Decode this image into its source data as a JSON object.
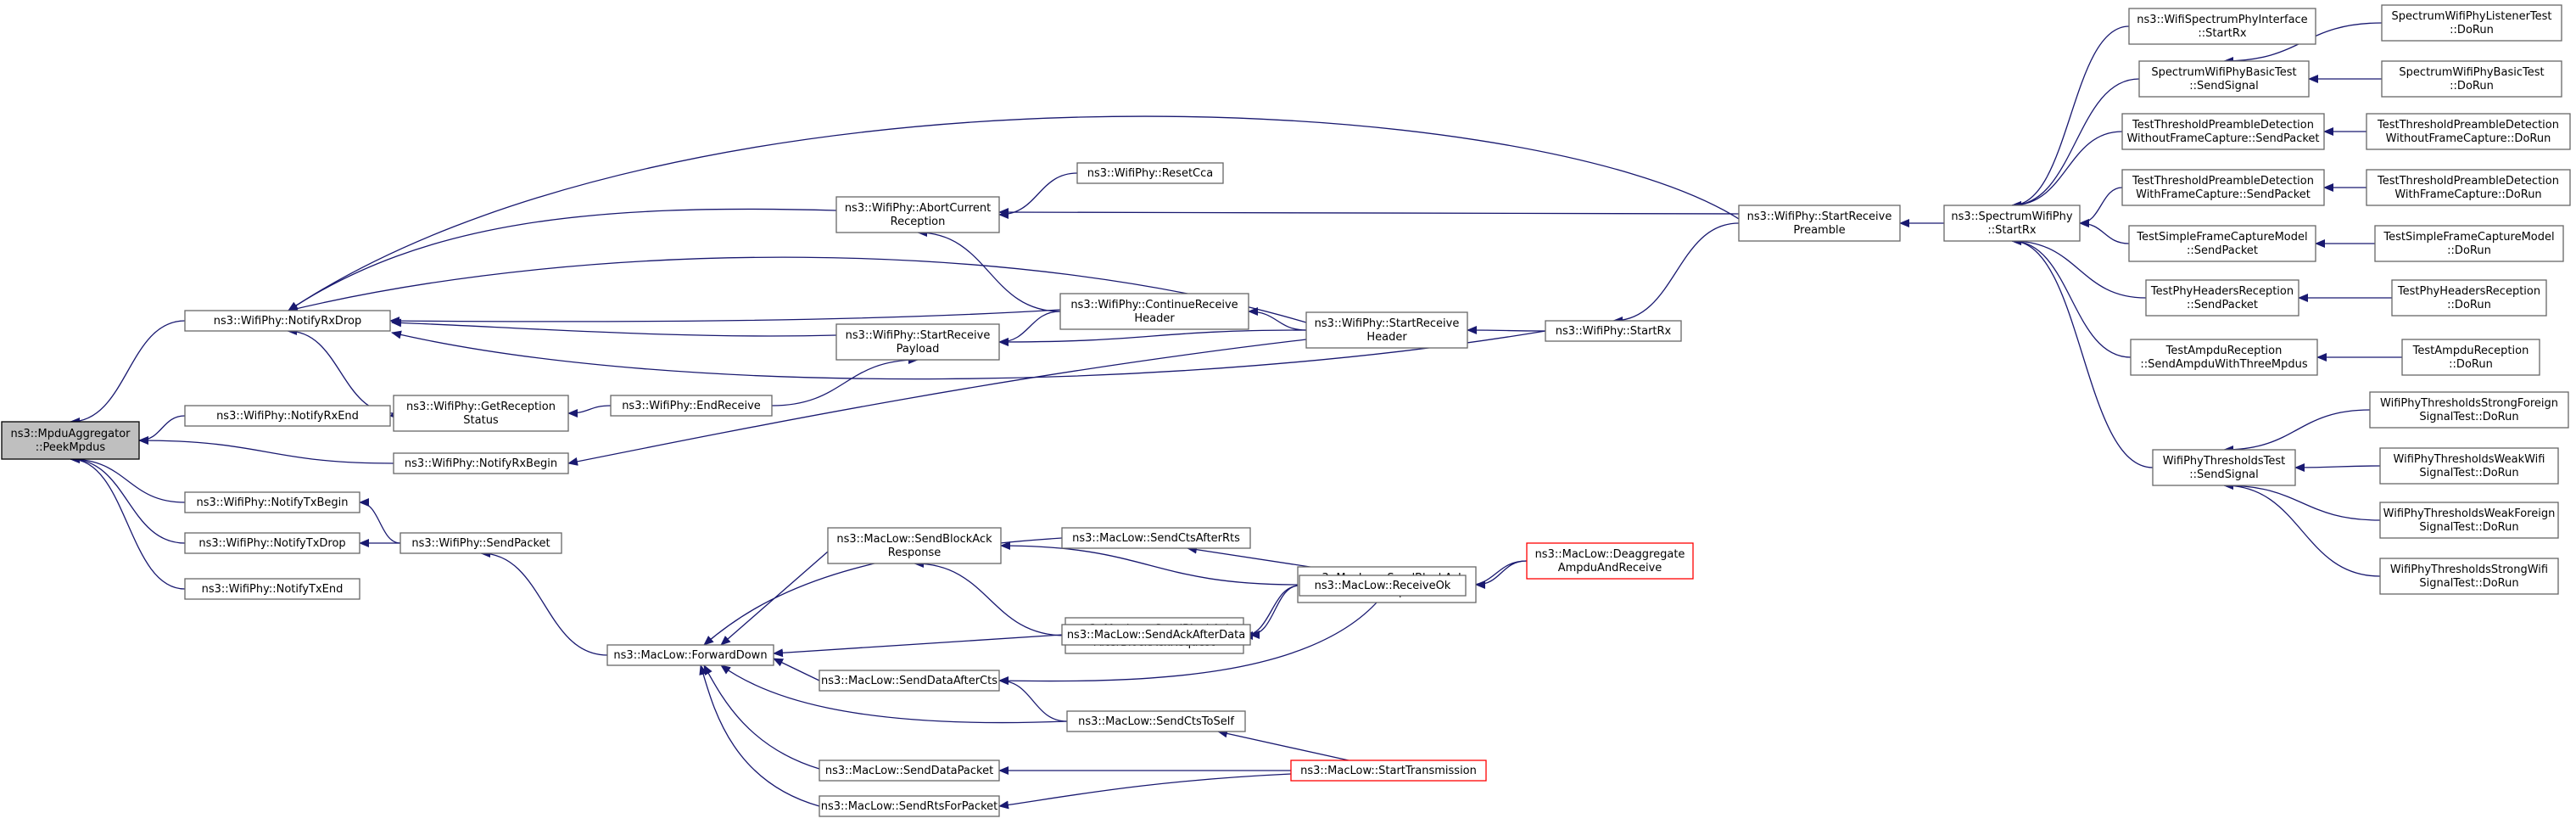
{
  "colors": {
    "edge": "#191970",
    "node_border": "#666666",
    "root_fill": "#bfbfbf",
    "truncated_border": "#ff0000"
  },
  "nodes": [
    {
      "id": "root",
      "lines": [
        "ns3::MpduAggregator",
        "::PeekMpdus"
      ],
      "kind": "root"
    },
    {
      "id": "nrxdrop",
      "lines": [
        "ns3::WifiPhy::NotifyRxDrop"
      ]
    },
    {
      "id": "nrxend",
      "lines": [
        "ns3::WifiPhy::NotifyRxEnd"
      ]
    },
    {
      "id": "nrxbegin",
      "lines": [
        "ns3::WifiPhy::NotifyRxBegin"
      ]
    },
    {
      "id": "ntxbegin",
      "lines": [
        "ns3::WifiPhy::NotifyTxBegin"
      ]
    },
    {
      "id": "ntxdrop",
      "lines": [
        "ns3::WifiPhy::NotifyTxDrop"
      ]
    },
    {
      "id": "ntxend",
      "lines": [
        "ns3::WifiPhy::NotifyTxEnd"
      ]
    },
    {
      "id": "getrecstatus",
      "lines": [
        "ns3::WifiPhy::GetReception",
        "Status"
      ]
    },
    {
      "id": "sendpacket",
      "lines": [
        "ns3::WifiPhy::SendPacket"
      ]
    },
    {
      "id": "abort",
      "lines": [
        "ns3::WifiPhy::AbortCurrent",
        "Reception"
      ]
    },
    {
      "id": "startrxpayload",
      "lines": [
        "ns3::WifiPhy::StartReceive",
        "Payload"
      ]
    },
    {
      "id": "endreceive",
      "lines": [
        "ns3::WifiPhy::EndReceive"
      ]
    },
    {
      "id": "resetcca",
      "lines": [
        "ns3::WifiPhy::ResetCca"
      ]
    },
    {
      "id": "contrxheader",
      "lines": [
        "ns3::WifiPhy::ContinueReceive",
        "Header"
      ]
    },
    {
      "id": "startrxheader",
      "lines": [
        "ns3::WifiPhy::StartReceive",
        "Header"
      ]
    },
    {
      "id": "startrx",
      "lines": [
        "ns3::WifiPhy::StartRx"
      ]
    },
    {
      "id": "startrxpreamble",
      "lines": [
        "ns3::WifiPhy::StartReceive",
        "Preamble"
      ]
    },
    {
      "id": "spectrumstartrx",
      "lines": [
        "ns3::SpectrumWifiPhy",
        "::StartRx"
      ]
    },
    {
      "id": "forwarddown",
      "lines": [
        "ns3::MacLow::ForwardDown"
      ]
    },
    {
      "id": "ctsafterrts",
      "lines": [
        "ns3::MacLow::SendCtsAfterRts"
      ]
    },
    {
      "id": "blockackresp",
      "lines": [
        "ns3::MacLow::SendBlockAck",
        "Response"
      ]
    },
    {
      "id": "bafterampdu",
      "lines": [
        "ns3::MacLow::SendBlockAck",
        "AfterAmpdu"
      ]
    },
    {
      "id": "bafterbar",
      "lines": [
        "ns3::MacLow::SendBlockAck",
        "AfterBlockAckRequest"
      ]
    },
    {
      "id": "ackafterdata",
      "lines": [
        "ns3::MacLow::SendAckAfterData"
      ]
    },
    {
      "id": "dataafterrcts",
      "lines": [
        "ns3::MacLow::SendDataAfterCts"
      ]
    },
    {
      "id": "ctstoself",
      "lines": [
        "ns3::MacLow::SendCtsToSelf"
      ]
    },
    {
      "id": "datapacket",
      "lines": [
        "ns3::MacLow::SendDataPacket"
      ]
    },
    {
      "id": "rtsforpacket",
      "lines": [
        "ns3::MacLow::SendRtsForPacket"
      ]
    },
    {
      "id": "receiveok",
      "lines": [
        "ns3::MacLow::ReceiveOk"
      ]
    },
    {
      "id": "deaggregate",
      "lines": [
        "ns3::MacLow::Deaggregate",
        "AmpduAndReceive"
      ],
      "kind": "red"
    },
    {
      "id": "starttx",
      "lines": [
        "ns3::MacLow::StartTransmission"
      ],
      "kind": "red"
    },
    {
      "id": "spiface",
      "lines": [
        "ns3::WifiSpectrumPhyInterface",
        "::StartRx"
      ]
    },
    {
      "id": "spbasicsend",
      "lines": [
        "SpectrumWifiPhyBasicTest",
        "::SendSignal"
      ]
    },
    {
      "id": "threshnocap",
      "lines": [
        "TestThresholdPreambleDetection",
        "WithoutFrameCapture::SendPacket"
      ]
    },
    {
      "id": "threshcap",
      "lines": [
        "TestThresholdPreambleDetection",
        "WithFrameCapture::SendPacket"
      ]
    },
    {
      "id": "simplecap",
      "lines": [
        "TestSimpleFrameCaptureModel",
        "::SendPacket"
      ]
    },
    {
      "id": "phyheaders",
      "lines": [
        "TestPhyHeadersReception",
        "::SendPacket"
      ]
    },
    {
      "id": "ampdurec",
      "lines": [
        "TestAmpduReception",
        "::SendAmpduWithThreeMpdus"
      ]
    },
    {
      "id": "thresholdstest",
      "lines": [
        "WifiPhyThresholdsTest",
        "::SendSignal"
      ]
    },
    {
      "id": "splistenerrun",
      "lines": [
        "SpectrumWifiPhyListenerTest",
        "::DoRun"
      ]
    },
    {
      "id": "spbasicrun",
      "lines": [
        "SpectrumWifiPhyBasicTest",
        "::DoRun"
      ]
    },
    {
      "id": "threshnocaprun",
      "lines": [
        "TestThresholdPreambleDetection",
        "WithoutFrameCapture::DoRun"
      ]
    },
    {
      "id": "threshcaprun",
      "lines": [
        "TestThresholdPreambleDetection",
        "WithFrameCapture::DoRun"
      ]
    },
    {
      "id": "simplecaprun",
      "lines": [
        "TestSimpleFrameCaptureModel",
        "::DoRun"
      ]
    },
    {
      "id": "phyheadersrun",
      "lines": [
        "TestPhyHeadersReception",
        "::DoRun"
      ]
    },
    {
      "id": "ampdurecrun",
      "lines": [
        "TestAmpduReception",
        "::DoRun"
      ]
    },
    {
      "id": "strongforeign",
      "lines": [
        "WifiPhyThresholdsStrongForeign",
        "SignalTest::DoRun"
      ]
    },
    {
      "id": "weakwifi",
      "lines": [
        "WifiPhyThresholdsWeakWifi",
        "SignalTest::DoRun"
      ]
    },
    {
      "id": "weakforeign",
      "lines": [
        "WifiPhyThresholdsWeakForeign",
        "SignalTest::DoRun"
      ]
    },
    {
      "id": "strongwifi",
      "lines": [
        "WifiPhyThresholdsStrongWifi",
        "SignalTest::DoRun"
      ]
    }
  ],
  "edges": [
    [
      "nrxdrop",
      "root"
    ],
    [
      "nrxend",
      "root"
    ],
    [
      "nrxbegin",
      "root"
    ],
    [
      "ntxbegin",
      "root"
    ],
    [
      "ntxdrop",
      "root"
    ],
    [
      "ntxend",
      "root"
    ],
    [
      "getrecstatus",
      "nrxdrop"
    ],
    [
      "abort",
      "nrxdrop"
    ],
    [
      "startrxpayload",
      "nrxdrop"
    ],
    [
      "contrxheader",
      "nrxdrop"
    ],
    [
      "startrxheader",
      "nrxdrop"
    ],
    [
      "startrx",
      "nrxdrop"
    ],
    [
      "startrxpreamble",
      "nrxdrop"
    ],
    [
      "getrecstatus",
      "nrxend"
    ],
    [
      "startrxheader",
      "nrxbegin"
    ],
    [
      "sendpacket",
      "ntxbegin"
    ],
    [
      "sendpacket",
      "ntxdrop"
    ],
    [
      "endreceive",
      "getrecstatus"
    ],
    [
      "forwarddown",
      "sendpacket"
    ],
    [
      "resetcca",
      "abort"
    ],
    [
      "startrxpreamble",
      "abort"
    ],
    [
      "contrxheader",
      "abort"
    ],
    [
      "contrxheader",
      "startrxpayload"
    ],
    [
      "startrxheader",
      "startrxpayload"
    ],
    [
      "endreceive",
      "startrxpayload"
    ],
    [
      "startrxheader",
      "contrxheader"
    ],
    [
      "startrx",
      "startrxheader"
    ],
    [
      "startrxpreamble",
      "startrx"
    ],
    [
      "spectrumstartrx",
      "startrxpreamble"
    ],
    [
      "spiface",
      "spectrumstartrx"
    ],
    [
      "spbasicsend",
      "spectrumstartrx"
    ],
    [
      "threshnocap",
      "spectrumstartrx"
    ],
    [
      "threshcap",
      "spectrumstartrx"
    ],
    [
      "simplecap",
      "spectrumstartrx"
    ],
    [
      "phyheaders",
      "spectrumstartrx"
    ],
    [
      "ampdurec",
      "spectrumstartrx"
    ],
    [
      "thresholdstest",
      "spectrumstartrx"
    ],
    [
      "splistenerrun",
      "spbasicsend"
    ],
    [
      "spbasicrun",
      "spbasicsend"
    ],
    [
      "threshnocaprun",
      "threshnocap"
    ],
    [
      "threshcaprun",
      "threshcap"
    ],
    [
      "simplecaprun",
      "simplecap"
    ],
    [
      "phyheadersrun",
      "phyheaders"
    ],
    [
      "ampdurecrun",
      "ampdurec"
    ],
    [
      "strongforeign",
      "thresholdstest"
    ],
    [
      "weakwifi",
      "thresholdstest"
    ],
    [
      "weakforeign",
      "thresholdstest"
    ],
    [
      "strongwifi",
      "thresholdstest"
    ],
    [
      "ctsafterrts",
      "forwarddown"
    ],
    [
      "blockackresp",
      "forwarddown"
    ],
    [
      "ackafterdata",
      "forwarddown"
    ],
    [
      "dataafterrcts",
      "forwarddown"
    ],
    [
      "ctstoself",
      "forwarddown"
    ],
    [
      "datapacket",
      "forwarddown"
    ],
    [
      "rtsforpacket",
      "forwarddown"
    ],
    [
      "receiveok",
      "ctsafterrts"
    ],
    [
      "bafterampdu",
      "blockackresp"
    ],
    [
      "bafterbar",
      "blockackresp"
    ],
    [
      "receiveok",
      "bafterbar"
    ],
    [
      "receiveok",
      "ackafterdata"
    ],
    [
      "receiveok",
      "dataafterrcts"
    ],
    [
      "deaggregate",
      "bafterampdu"
    ],
    [
      "deaggregate",
      "receiveok"
    ],
    [
      "ctstoself",
      "dataafterrcts"
    ],
    [
      "starttx",
      "ctstoself"
    ],
    [
      "starttx",
      "datapacket"
    ],
    [
      "starttx",
      "rtsforpacket"
    ]
  ]
}
